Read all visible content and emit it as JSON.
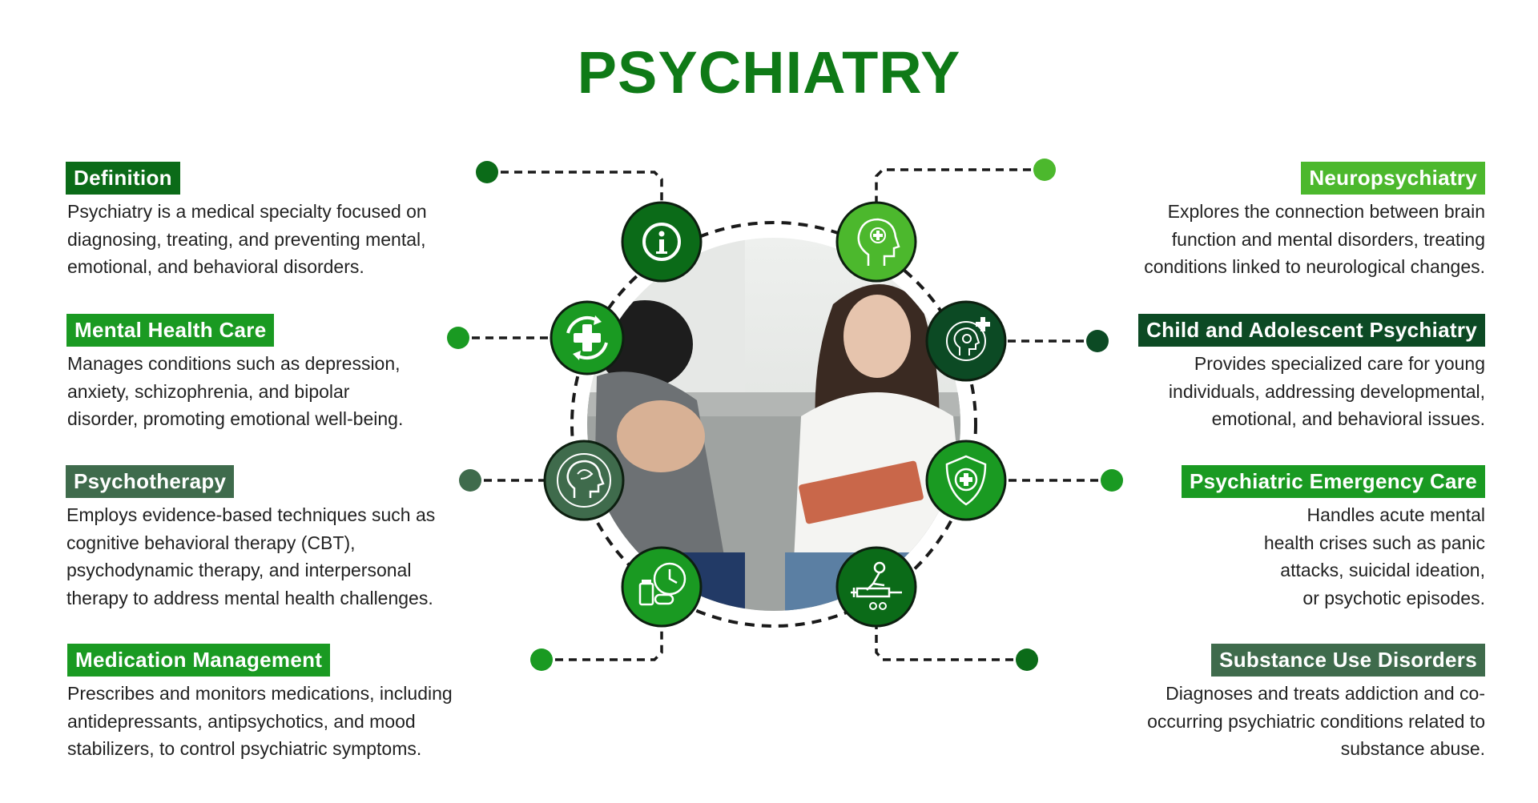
{
  "title": "PSYCHIATRY",
  "colors": {
    "title": "#0f7a17",
    "dark_green": "#0b6b18",
    "bright_green": "#1a9a22",
    "light_green": "#4cb82d",
    "very_dark_green": "#0c4a24",
    "gray_green": "#3f6b4c"
  },
  "sections": [
    {
      "id": "definition",
      "label": "Definition",
      "color": "#0b6b18",
      "icon": "info-icon",
      "lines": [
        "Psychiatry is a medical specialty focused on",
        "diagnosing, treating, and preventing mental,",
        "emotional, and behavioral disorders."
      ]
    },
    {
      "id": "mental-health-care",
      "label": "Mental Health Care",
      "color": "#1a9a22",
      "icon": "medical-cross-cycle-icon",
      "lines": [
        "Manages conditions such as depression,",
        "anxiety, schizophrenia, and bipolar",
        "disorder, promoting emotional well-being."
      ]
    },
    {
      "id": "psychotherapy",
      "label": "Psychotherapy",
      "color": "#3f6b4c",
      "icon": "head-brain-icon",
      "lines": [
        "Employs evidence-based techniques such as",
        "cognitive behavioral therapy (CBT),",
        "psychodynamic therapy, and interpersonal",
        "therapy to address mental health challenges."
      ]
    },
    {
      "id": "medication-management",
      "label": "Medication Management",
      "color": "#1a9a22",
      "icon": "pills-clock-icon",
      "lines": [
        "Prescribes and monitors medications, including",
        "antidepressants, antipsychotics, and mood",
        "stabilizers, to control psychiatric symptoms."
      ]
    },
    {
      "id": "neuropsychiatry",
      "label": "Neuropsychiatry",
      "color": "#4cb82d",
      "icon": "head-medical-icon",
      "lines": [
        "Explores the connection between brain",
        "function and mental disorders, treating",
        "conditions linked to neurological changes."
      ]
    },
    {
      "id": "child-adolescent",
      "label": "Child and Adolescent Psychiatry",
      "color": "#0c4a24",
      "icon": "child-head-plus-icon",
      "lines": [
        "Provides specialized care for young",
        "individuals, addressing developmental,",
        "emotional, and behavioral issues."
      ]
    },
    {
      "id": "emergency-care",
      "label": "Psychiatric Emergency Care",
      "color": "#1a9a22",
      "icon": "shield-cross-icon",
      "lines": [
        "Handles acute mental",
        "health crises such as panic",
        "attacks, suicidal ideation,",
        "or psychotic episodes."
      ]
    },
    {
      "id": "substance-use",
      "label": "Substance Use Disorders",
      "color": "#3f6b4c",
      "icon": "syringe-person-icon",
      "lines": [
        "Diagnoses and treats addiction and co-",
        "occurring psychiatric conditions related to",
        "substance abuse."
      ]
    }
  ]
}
